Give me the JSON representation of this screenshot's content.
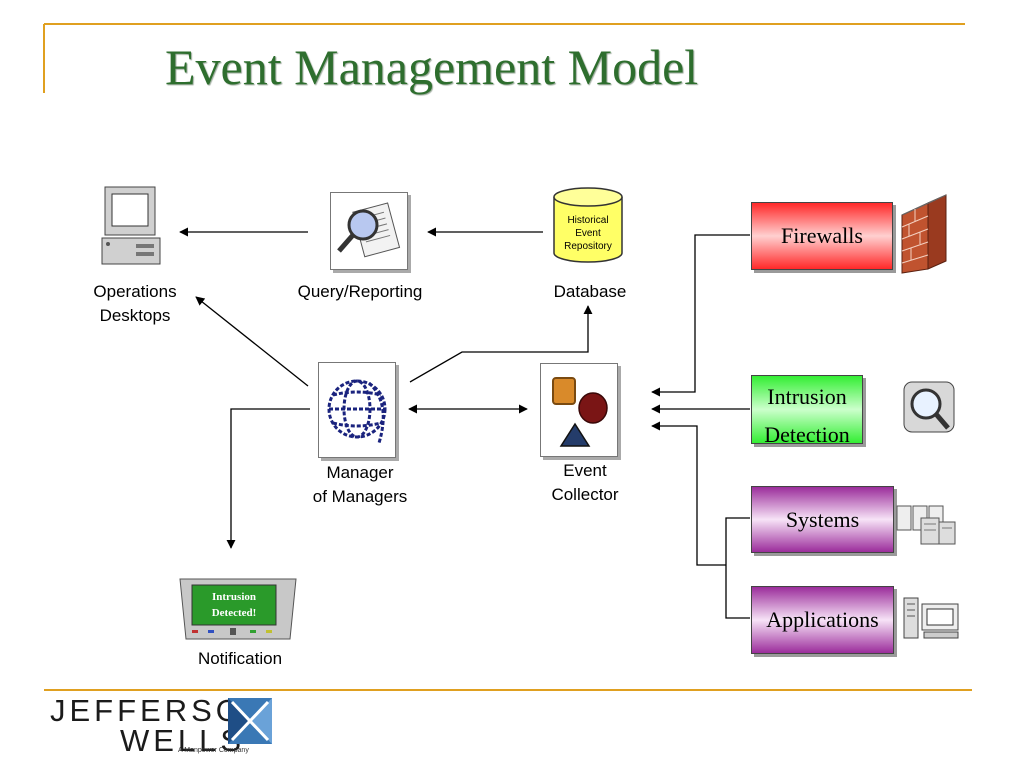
{
  "slide": {
    "title": "Event Management Model",
    "accent_color": "#e0a020",
    "title_color": "#2e6e2e"
  },
  "nodes": {
    "operations_desktops": {
      "label_line1": "Operations",
      "label_line2": "Desktops",
      "icon": "desktop-computer-icon"
    },
    "query_reporting": {
      "label": "Query/Reporting",
      "icon": "magnifier-document-icon"
    },
    "database": {
      "label": "Database",
      "icon": "database-cylinder-icon",
      "cylinder_line1": "Historical",
      "cylinder_line2": "Event",
      "cylinder_line3": "Repository"
    },
    "manager_of_managers": {
      "label_line1": "Manager",
      "label_line2": "of Managers",
      "icon": "globe-network-icon"
    },
    "event_collector": {
      "label_line1": "Event",
      "label_line2": "Collector",
      "icon": "shapes-icon"
    },
    "notification": {
      "label": "Notification",
      "icon": "monitor-alert-icon",
      "screen_line1": "Intrusion",
      "screen_line2": "Detected!"
    }
  },
  "sources": {
    "firewalls": {
      "label": "Firewalls",
      "icon": "brick-wall-icon",
      "color": "#ff2828"
    },
    "intrusion_detection": {
      "label_line1": "Intrusion",
      "label_line2": "Detection",
      "icon": "magnifier-icon",
      "color": "#33ee33"
    },
    "systems": {
      "label": "Systems",
      "icon": "server-rack-icon",
      "color": "#9b2d9b"
    },
    "applications": {
      "label": "Applications",
      "icon": "workstation-icon",
      "color": "#9b2d9b"
    }
  },
  "footer": {
    "logo_line1": "JEFFERSON",
    "logo_line2": "WELLS",
    "logo_sub": "A Manpower Company",
    "logo_color": "#3a78b5"
  }
}
